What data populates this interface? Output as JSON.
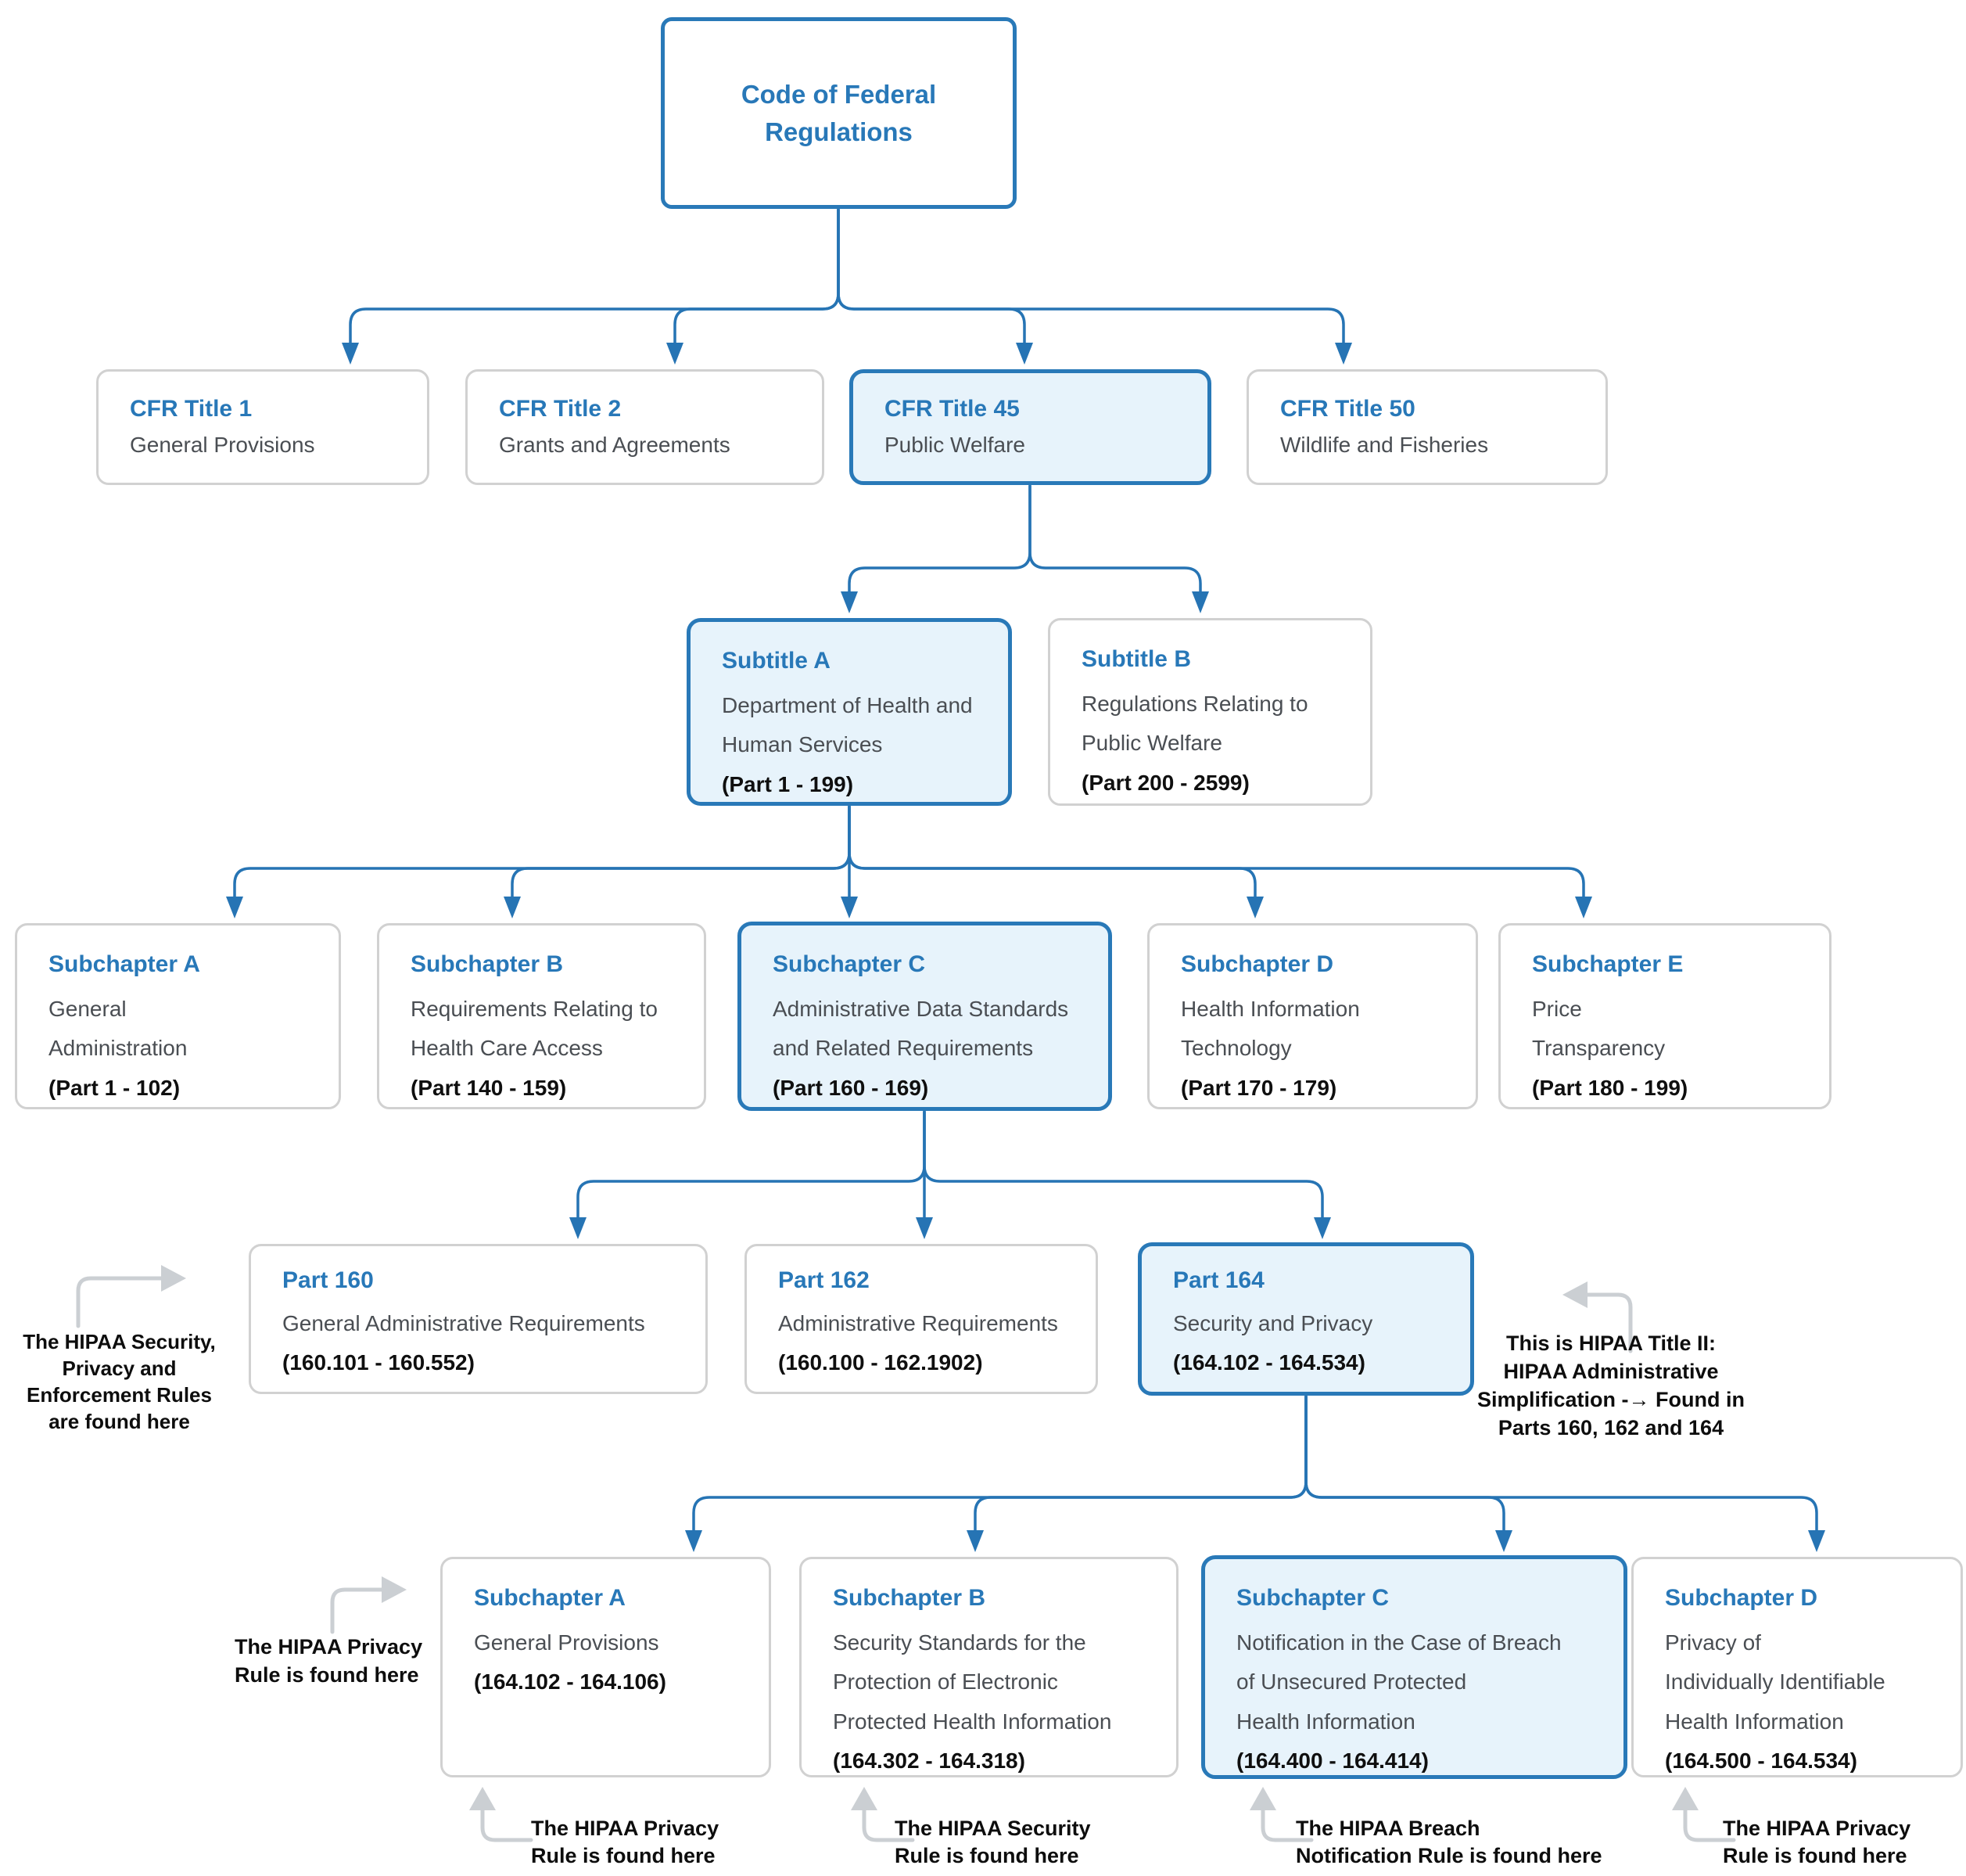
{
  "colors": {
    "accent_blue": "#2878B8",
    "line_blue": "#2674B4",
    "highlight_fill": "#E7F3FB",
    "box_border_gray": "#D1D1D1",
    "body_text": "#4A4E53",
    "emphasis_text": "#0F0F0F",
    "annotation_arrow_gray": "#CBCFD3"
  },
  "nodes": {
    "root": {
      "title": "Code of Federal\nRegulations"
    },
    "t1": {
      "title": "CFR Title 1",
      "desc": "General Provisions"
    },
    "t2": {
      "title": "CFR Title 2",
      "desc": "Grants and Agreements"
    },
    "t45": {
      "title": "CFR Title 45",
      "desc": "Public Welfare"
    },
    "t50": {
      "title": "CFR Title 50",
      "desc": "Wildlife and Fisheries"
    },
    "subtitleA": {
      "title": "Subtitle A",
      "desc": "Department of Health and\nHuman Services",
      "range": "(Part 1 - 199)"
    },
    "subtitleB": {
      "title": "Subtitle B",
      "desc": "Regulations Relating to\nPublic Welfare",
      "range": "(Part 200 - 2599)"
    },
    "subA": {
      "title": "Subchapter A",
      "desc": "General\nAdministration",
      "range": "(Part 1 - 102)"
    },
    "subB": {
      "title": "Subchapter B",
      "desc": "Requirements Relating to\nHealth Care Access",
      "range": "(Part 140 - 159)"
    },
    "subC": {
      "title": "Subchapter C",
      "desc": "Administrative Data Standards\nand Related Requirements",
      "range": "(Part 160 - 169)"
    },
    "subD": {
      "title": "Subchapter D",
      "desc": "Health Information\nTechnology",
      "range": "(Part 170 - 179)"
    },
    "subE": {
      "title": "Subchapter E",
      "desc": "Price\nTransparency",
      "range": "(Part 180 - 199)"
    },
    "part160": {
      "title": "Part 160",
      "desc": "General Administrative Requirements",
      "range": "(160.101 - 160.552)"
    },
    "part162": {
      "title": "Part 162",
      "desc": "Administrative Requirements",
      "range": "(160.100 - 162.1902)"
    },
    "part164": {
      "title": "Part 164",
      "desc": "Security and Privacy",
      "range": "(164.102 - 164.534)"
    },
    "s164A": {
      "title": "Subchapter A",
      "desc": "General Provisions",
      "range": "(164.102 - 164.106)"
    },
    "s164B": {
      "title": "Subchapter B",
      "desc": "Security Standards for the\nProtection of Electronic\nProtected Health Information",
      "range": "(164.302 - 164.318)"
    },
    "s164C": {
      "title": "Subchapter C",
      "desc": "Notification in the Case of Breach\nof Unsecured Protected\nHealth Information",
      "range": "(164.400 - 164.414)"
    },
    "s164D": {
      "title": "Subchapter D",
      "desc": "Privacy of\nIndividually Identifiable\nHealth Information",
      "range": "(164.500 - 164.534)"
    }
  },
  "annotations": {
    "part160_left": "The HIPAA Security,\nPrivacy and\nEnforcement Rules\nare found here",
    "part164_right": "This is HIPAA Title II:\nHIPAA Administrative\nSimplification -→ Found in\nParts 160, 162 and 164",
    "s164A_side": "The HIPAA Privacy\nRule is found here",
    "bottom_a": "The HIPAA Privacy\nRule is found here",
    "bottom_b": "The HIPAA Security\nRule is found here",
    "bottom_c": "The HIPAA Breach\nNotification Rule is found here",
    "bottom_d": "The HIPAA Privacy\nRule is found here"
  }
}
